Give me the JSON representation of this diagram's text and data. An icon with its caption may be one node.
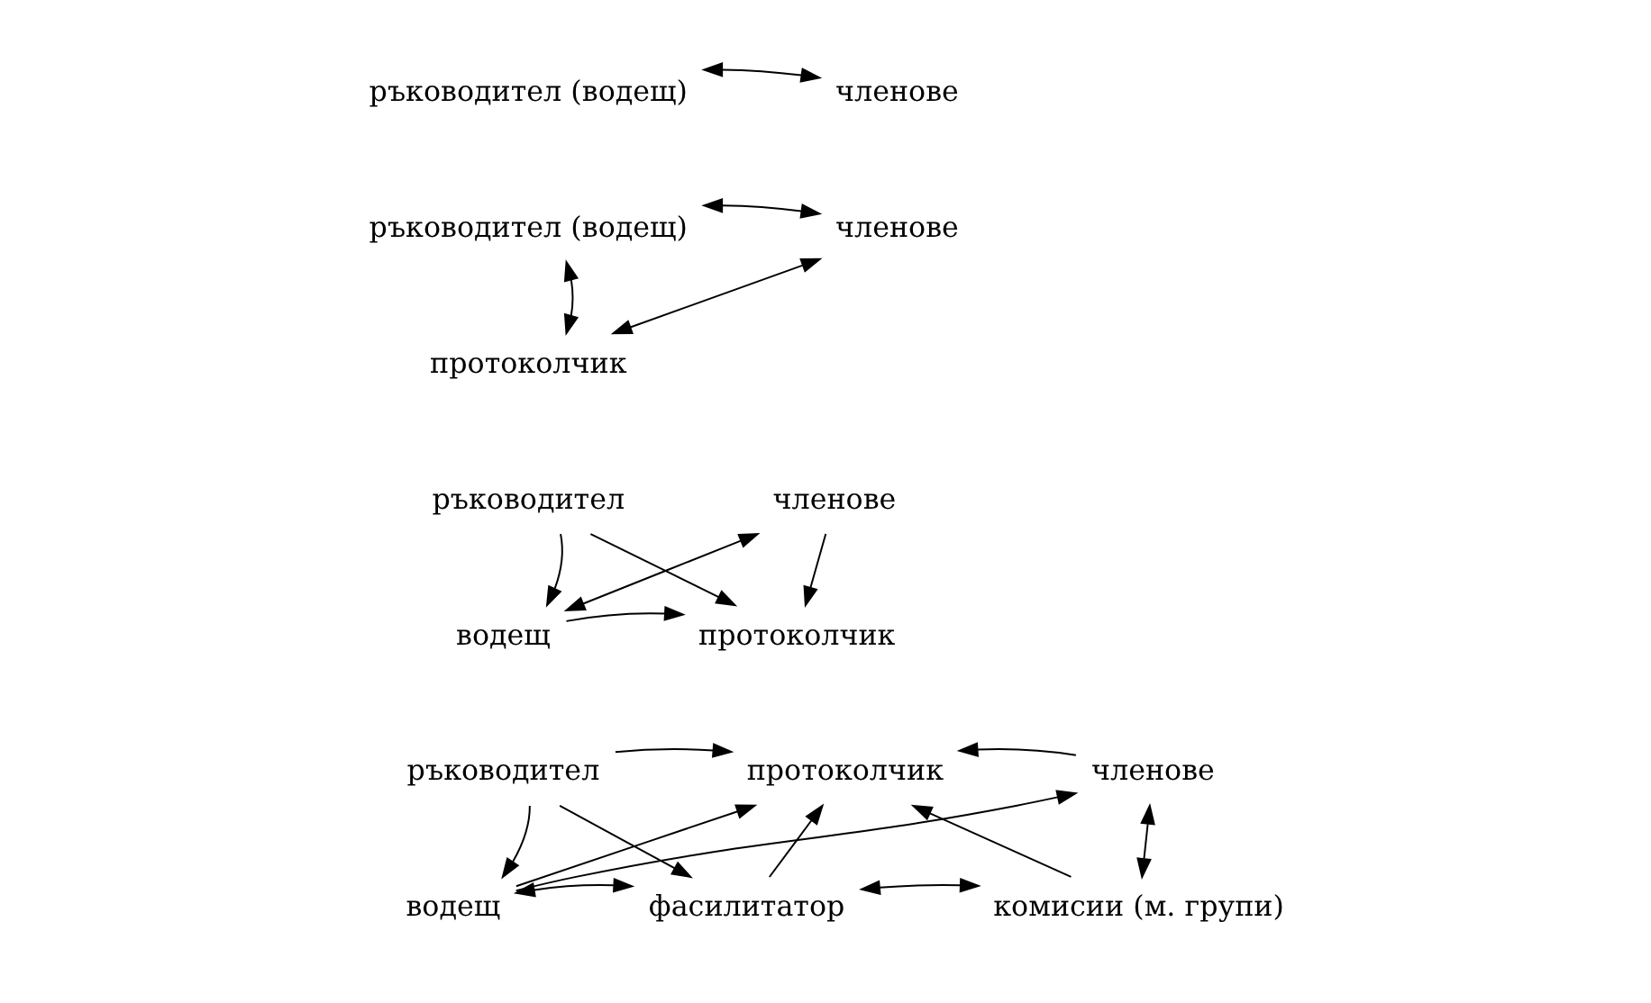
{
  "diagram": {
    "nodes": [
      {
        "text": [
          "ръководител (водещ)"
        ]
      },
      {
        "text": [
          "членове"
        ]
      },
      {
        "text": [
          "ръководител (водещ)"
        ]
      },
      {
        "text": [
          "членове"
        ]
      },
      {
        "text": [
          "протоколчик"
        ]
      },
      {
        "text": [
          "ръководител"
        ]
      },
      {
        "text": [
          "членове"
        ]
      },
      {
        "text": [
          "водещ"
        ]
      },
      {
        "text": [
          "протоколчик"
        ]
      },
      {
        "text": [
          "ръководител"
        ]
      },
      {
        "text": [
          "протоколчик"
        ]
      },
      {
        "text": [
          "членове"
        ]
      },
      {
        "text": [
          "водещ"
        ]
      },
      {
        "text": [
          "фасилитатор"
        ]
      },
      {
        "text": [
          "комисии (м. групи)"
        ]
      }
    ],
    "edges": [
      {
        "from": 0,
        "to": 1,
        "arrow": "both"
      },
      {
        "from": 2,
        "to": 3,
        "arrow": "both"
      },
      {
        "from": 2,
        "to": 4,
        "arrow": "both"
      },
      {
        "from": 3,
        "to": 4,
        "arrow": "both"
      },
      {
        "from": 5,
        "to": 7,
        "arrow": "to"
      },
      {
        "from": 5,
        "to": 8,
        "arrow": "to"
      },
      {
        "from": 6,
        "to": 8,
        "arrow": "to"
      },
      {
        "from": 7,
        "to": 6,
        "arrow": "both"
      },
      {
        "from": 7,
        "to": 8,
        "arrow": "to"
      },
      {
        "from": 9,
        "to": 10,
        "arrow": "to"
      },
      {
        "from": 9,
        "to": 12,
        "arrow": "to"
      },
      {
        "from": 9,
        "to": 13,
        "arrow": "to"
      },
      {
        "from": 11,
        "to": 10,
        "arrow": "to"
      },
      {
        "from": 12,
        "to": 10,
        "arrow": "to"
      },
      {
        "from": 12,
        "to": 11,
        "arrow": "to"
      },
      {
        "from": 12,
        "to": 13,
        "arrow": "both"
      },
      {
        "from": 13,
        "to": 10,
        "arrow": "to"
      },
      {
        "from": 13,
        "to": 14,
        "arrow": "both"
      },
      {
        "from": 14,
        "to": 10,
        "arrow": "to"
      },
      {
        "from": 11,
        "to": 14,
        "arrow": "both"
      }
    ]
  }
}
